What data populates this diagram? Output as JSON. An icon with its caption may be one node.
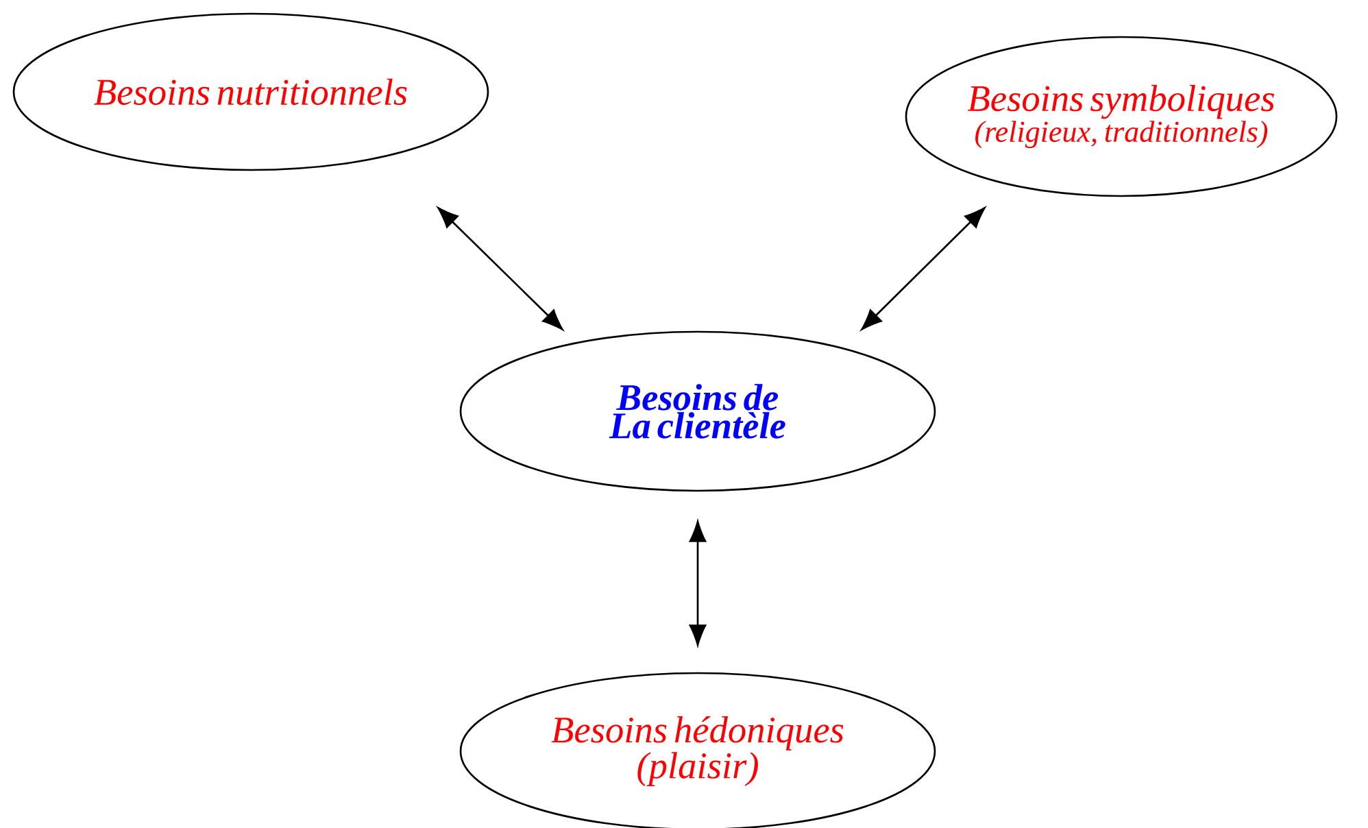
{
  "diagram": {
    "nodes": [
      {
        "text": [
          "Besoins nutritionnels"
        ]
      },
      {
        "text": [
          "Besoins symboliques",
          "(religieux, traditionnels)"
        ]
      },
      {
        "text": [
          "Besoins de La clientèle"
        ]
      },
      {
        "text": [
          "Besoins hédoniques (plaisir)"
        ]
      }
    ],
    "edges": [
      {
        "from": 2,
        "to": 0,
        "arrow": "both"
      },
      {
        "from": 2,
        "to": 1,
        "arrow": "both"
      },
      {
        "from": 2,
        "to": 3,
        "arrow": "both"
      }
    ]
  }
}
